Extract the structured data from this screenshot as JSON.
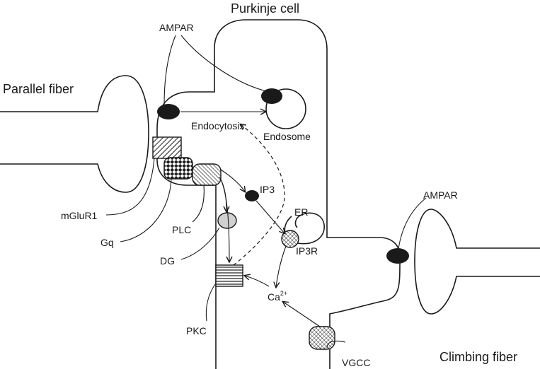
{
  "labels": {
    "purkinje_cell": "Purkinje cell",
    "parallel_fiber": "Parallel fiber",
    "climbing_fiber": "Climbing fiber",
    "ampar_top": "AMPAR",
    "ampar_right": "AMPAR",
    "endocytosis": "Endocytosis",
    "endosome": "Endosome",
    "ip3": "IP3",
    "er": "ER",
    "ip3r": "IP3R",
    "mglur1": "mGluR1",
    "gq": "Gq",
    "plc": "PLC",
    "dg": "DG",
    "pkc": "PKC",
    "ca": "Ca",
    "ca_sup": "2+",
    "vgcc": "VGCC"
  }
}
